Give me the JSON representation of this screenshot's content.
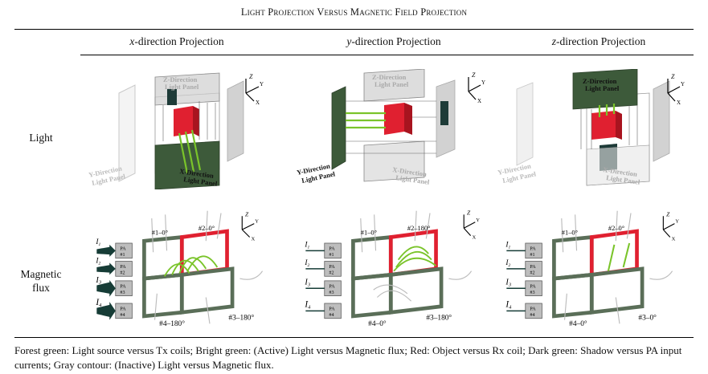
{
  "table": {
    "title": "Light Projection Versus Magnetic Field Projection",
    "columns": [
      {
        "var": "x",
        "suffix": "-direction Projection"
      },
      {
        "var": "y",
        "suffix": "-direction Projection"
      },
      {
        "var": "z",
        "suffix": "-direction Projection"
      }
    ],
    "rows": [
      {
        "label": "Light"
      },
      {
        "label_line1": "Magnetic",
        "label_line2": "flux"
      }
    ]
  },
  "light_panels": {
    "z": "Z-Direction Light Panel",
    "y": "Y-Direction Light Panel",
    "x": "X-Direction Light Panel",
    "z_l1": "Z-Direction",
    "z_l2": "Light Panel",
    "y_l1": "Y-Direction",
    "y_l2": "Light Panel",
    "x_l1": "X-Direction",
    "x_l2": "Light Panel"
  },
  "axes": {
    "z": "Z",
    "y": "Y",
    "x": "X"
  },
  "flux_panels": [
    {
      "coils": [
        "#1–0°",
        "#2–0°",
        "#3–180°",
        "#4–180°"
      ]
    },
    {
      "coils": [
        "#1–0°",
        "#2–180°",
        "#3–180°",
        "#4–0°"
      ]
    },
    {
      "coils": [
        "#1–0°",
        "#2–0°",
        "#3–0°",
        "#4–0°"
      ]
    }
  ],
  "pa": [
    "PA #1",
    "PA #2",
    "PA #3",
    "PA #4"
  ],
  "pa_l1": "PA",
  "pa_num": [
    "#1",
    "#2",
    "#3",
    "#4"
  ],
  "currents": [
    "I1",
    "I2",
    "I3",
    "I4"
  ],
  "current_letter": "I",
  "current_sub": [
    "1",
    "2",
    "3",
    "4"
  ],
  "caption": "Forest green: Light source versus Tx coils; Bright green: (Active) Light versus Magnetic flux; Red: Object versus Rx coil; Dark green: Shadow versus PA input currents; Gray contour: (Inactive) Light versus Magnetic flux.",
  "colors": {
    "forest_green": "#3d5a3a",
    "bright_green": "#7ac42a",
    "red": "#e02030",
    "dark_green": "#163c36",
    "gray": "#b8b8b8",
    "panel": "#c4c4c4"
  }
}
